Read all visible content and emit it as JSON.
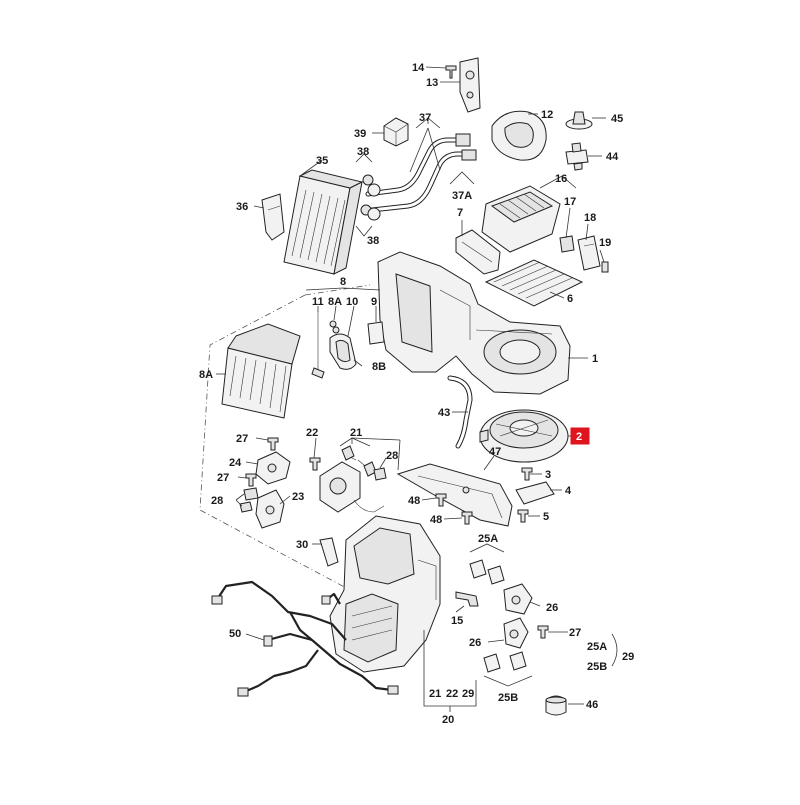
{
  "labels": {
    "l14": "14",
    "l13": "13",
    "l12": "12",
    "l45": "45",
    "l39": "39",
    "l37": "37",
    "l38a": "38",
    "l35": "35",
    "l44": "44",
    "l16": "16",
    "l37a": "37A",
    "l36": "36",
    "l38b": "38",
    "l7": "7",
    "l17": "17",
    "l18": "18",
    "l19": "19",
    "l8": "8",
    "l6": "6",
    "l11": "11",
    "l8a_top": "8A",
    "l10": "10",
    "l9": "9",
    "l1": "1",
    "l8a_left": "8A",
    "l8b": "8B",
    "l43": "43",
    "l2": "2",
    "l27a": "27",
    "l22a": "22",
    "l21a": "21",
    "l28a": "28",
    "l47": "47",
    "l3": "3",
    "l24": "24",
    "l27b": "27",
    "l4": "4",
    "l48a": "48",
    "l28b": "28",
    "l23": "23",
    "l5": "5",
    "l48b": "48",
    "l30": "30",
    "l25a_top": "25A",
    "l26a": "26",
    "l15": "15",
    "l50": "50",
    "l26b": "26",
    "l27c": "27",
    "l25a_right": "25A",
    "l25b_right": "25B",
    "l29": "29",
    "l21b": "21",
    "l22b": "22",
    "l29b": "29",
    "l25b_bottom": "25B",
    "l20": "20",
    "l46": "46"
  },
  "highlight_color": "#e0141e"
}
